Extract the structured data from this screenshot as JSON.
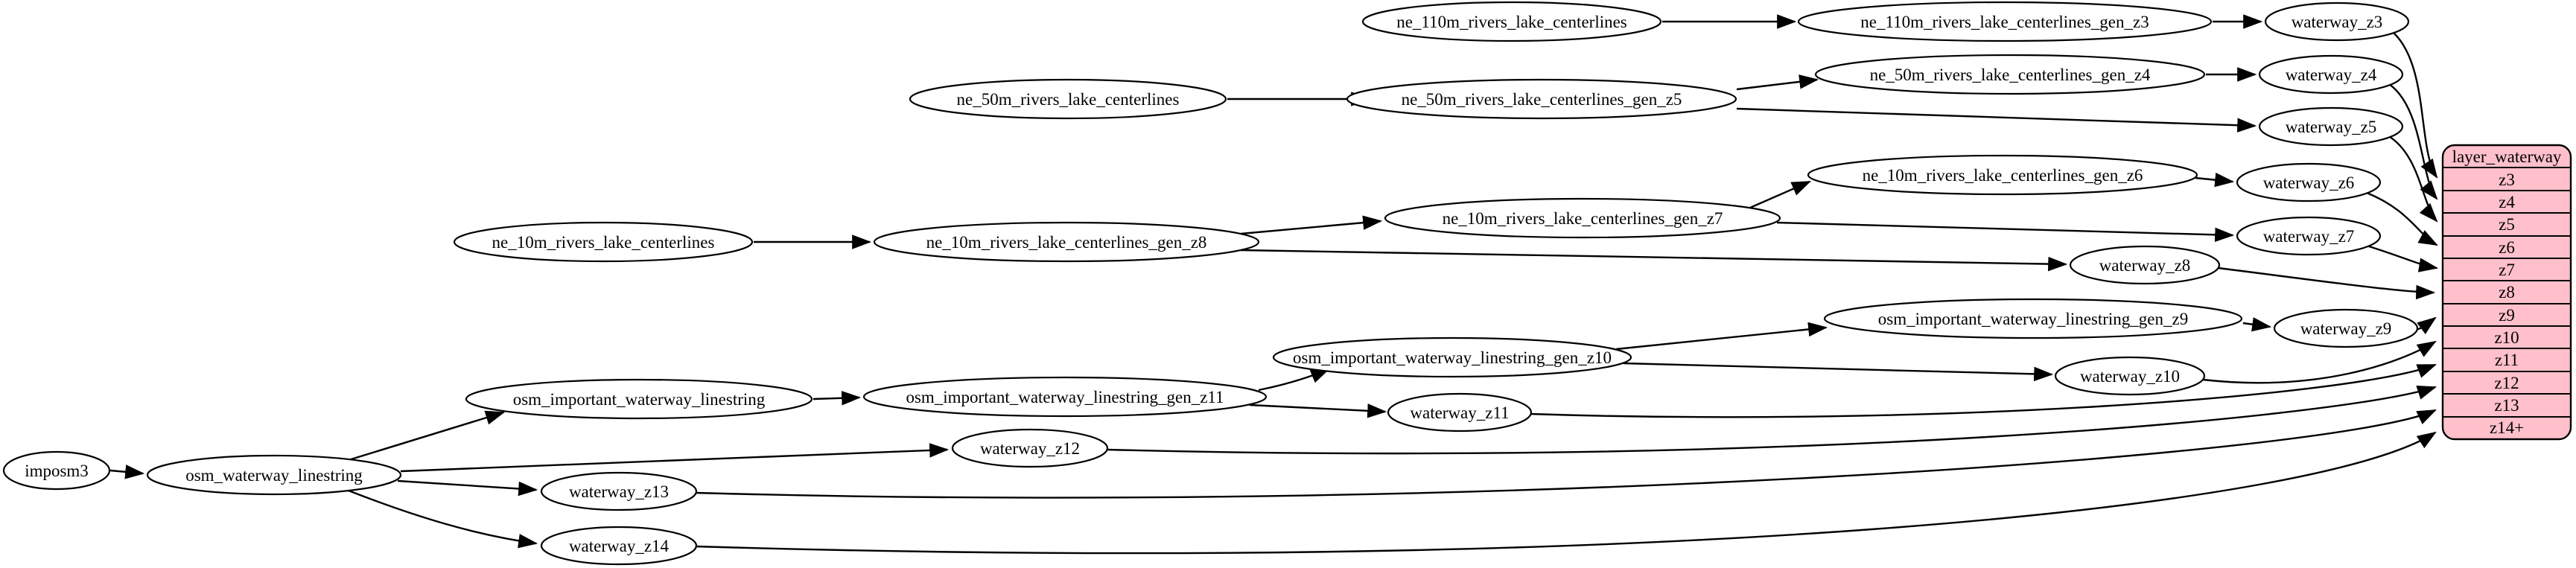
{
  "diagram": {
    "type": "dependency-graph",
    "colors": {
      "background": "#ffffff",
      "node_fill": "#ffffff",
      "stroke": "#000000",
      "table_fill": "#ffc0cb"
    },
    "nodes": {
      "imposm3": {
        "label": "imposm3"
      },
      "osm_waterway_linestring": {
        "label": "osm_waterway_linestring"
      },
      "osm_important_waterway_linestring": {
        "label": "osm_important_waterway_linestring"
      },
      "osm_important_waterway_linestring_gen_z11": {
        "label": "osm_important_waterway_linestring_gen_z11"
      },
      "osm_important_waterway_linestring_gen_z10": {
        "label": "osm_important_waterway_linestring_gen_z10"
      },
      "osm_important_waterway_linestring_gen_z9": {
        "label": "osm_important_waterway_linestring_gen_z9"
      },
      "ne_110m_rivers_lake_centerlines": {
        "label": "ne_110m_rivers_lake_centerlines"
      },
      "ne_110m_rivers_lake_centerlines_gen_z3": {
        "label": "ne_110m_rivers_lake_centerlines_gen_z3"
      },
      "ne_50m_rivers_lake_centerlines": {
        "label": "ne_50m_rivers_lake_centerlines"
      },
      "ne_50m_rivers_lake_centerlines_gen_z5": {
        "label": "ne_50m_rivers_lake_centerlines_gen_z5"
      },
      "ne_50m_rivers_lake_centerlines_gen_z4": {
        "label": "ne_50m_rivers_lake_centerlines_gen_z4"
      },
      "ne_10m_rivers_lake_centerlines": {
        "label": "ne_10m_rivers_lake_centerlines"
      },
      "ne_10m_rivers_lake_centerlines_gen_z8": {
        "label": "ne_10m_rivers_lake_centerlines_gen_z8"
      },
      "ne_10m_rivers_lake_centerlines_gen_z7": {
        "label": "ne_10m_rivers_lake_centerlines_gen_z7"
      },
      "ne_10m_rivers_lake_centerlines_gen_z6": {
        "label": "ne_10m_rivers_lake_centerlines_gen_z6"
      },
      "waterway_z3": {
        "label": "waterway_z3"
      },
      "waterway_z4": {
        "label": "waterway_z4"
      },
      "waterway_z5": {
        "label": "waterway_z5"
      },
      "waterway_z6": {
        "label": "waterway_z6"
      },
      "waterway_z7": {
        "label": "waterway_z7"
      },
      "waterway_z8": {
        "label": "waterway_z8"
      },
      "waterway_z9": {
        "label": "waterway_z9"
      },
      "waterway_z10": {
        "label": "waterway_z10"
      },
      "waterway_z11": {
        "label": "waterway_z11"
      },
      "waterway_z12": {
        "label": "waterway_z12"
      },
      "waterway_z13": {
        "label": "waterway_z13"
      },
      "waterway_z14": {
        "label": "waterway_z14"
      }
    },
    "table": {
      "title": "layer_waterway",
      "rows": [
        "z3",
        "z4",
        "z5",
        "z6",
        "z7",
        "z8",
        "z9",
        "z10",
        "z11",
        "z12",
        "z13",
        "z14+"
      ]
    },
    "edges": [
      {
        "from": "imposm3",
        "to": "osm_waterway_linestring"
      },
      {
        "from": "osm_waterway_linestring",
        "to": "osm_important_waterway_linestring"
      },
      {
        "from": "osm_waterway_linestring",
        "to": "waterway_z12"
      },
      {
        "from": "osm_waterway_linestring",
        "to": "waterway_z13"
      },
      {
        "from": "osm_waterway_linestring",
        "to": "waterway_z14"
      },
      {
        "from": "osm_important_waterway_linestring",
        "to": "osm_important_waterway_linestring_gen_z11"
      },
      {
        "from": "osm_important_waterway_linestring_gen_z11",
        "to": "osm_important_waterway_linestring_gen_z10"
      },
      {
        "from": "osm_important_waterway_linestring_gen_z11",
        "to": "waterway_z11"
      },
      {
        "from": "osm_important_waterway_linestring_gen_z10",
        "to": "osm_important_waterway_linestring_gen_z9"
      },
      {
        "from": "osm_important_waterway_linestring_gen_z10",
        "to": "waterway_z10"
      },
      {
        "from": "osm_important_waterway_linestring_gen_z9",
        "to": "waterway_z9"
      },
      {
        "from": "ne_110m_rivers_lake_centerlines",
        "to": "ne_110m_rivers_lake_centerlines_gen_z3"
      },
      {
        "from": "ne_110m_rivers_lake_centerlines_gen_z3",
        "to": "waterway_z3"
      },
      {
        "from": "ne_50m_rivers_lake_centerlines",
        "to": "ne_50m_rivers_lake_centerlines_gen_z5"
      },
      {
        "from": "ne_50m_rivers_lake_centerlines_gen_z5",
        "to": "ne_50m_rivers_lake_centerlines_gen_z4"
      },
      {
        "from": "ne_50m_rivers_lake_centerlines_gen_z5",
        "to": "waterway_z5"
      },
      {
        "from": "ne_50m_rivers_lake_centerlines_gen_z4",
        "to": "waterway_z4"
      },
      {
        "from": "ne_10m_rivers_lake_centerlines",
        "to": "ne_10m_rivers_lake_centerlines_gen_z8"
      },
      {
        "from": "ne_10m_rivers_lake_centerlines_gen_z8",
        "to": "ne_10m_rivers_lake_centerlines_gen_z7"
      },
      {
        "from": "ne_10m_rivers_lake_centerlines_gen_z8",
        "to": "waterway_z8"
      },
      {
        "from": "ne_10m_rivers_lake_centerlines_gen_z7",
        "to": "ne_10m_rivers_lake_centerlines_gen_z6"
      },
      {
        "from": "ne_10m_rivers_lake_centerlines_gen_z7",
        "to": "waterway_z7"
      },
      {
        "from": "ne_10m_rivers_lake_centerlines_gen_z6",
        "to": "waterway_z6"
      },
      {
        "from": "waterway_z3",
        "to": "layer_waterway.z3"
      },
      {
        "from": "waterway_z4",
        "to": "layer_waterway.z4"
      },
      {
        "from": "waterway_z5",
        "to": "layer_waterway.z5"
      },
      {
        "from": "waterway_z6",
        "to": "layer_waterway.z6"
      },
      {
        "from": "waterway_z7",
        "to": "layer_waterway.z7"
      },
      {
        "from": "waterway_z8",
        "to": "layer_waterway.z8"
      },
      {
        "from": "waterway_z9",
        "to": "layer_waterway.z9"
      },
      {
        "from": "waterway_z10",
        "to": "layer_waterway.z10"
      },
      {
        "from": "waterway_z11",
        "to": "layer_waterway.z11"
      },
      {
        "from": "waterway_z12",
        "to": "layer_waterway.z12"
      },
      {
        "from": "waterway_z13",
        "to": "layer_waterway.z13"
      },
      {
        "from": "waterway_z14",
        "to": "layer_waterway.z14+"
      }
    ]
  }
}
